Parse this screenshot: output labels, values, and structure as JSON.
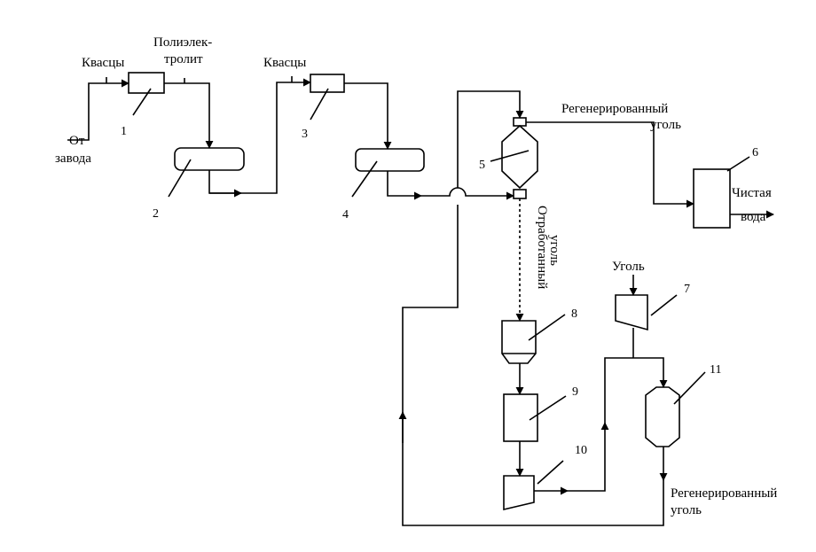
{
  "labels": {
    "kvasc1": "Квасцы",
    "poly1": "Полиэлек-",
    "poly2": "тролит",
    "kvasc2": "Квасцы",
    "ot": "От",
    "zavoda": "завода",
    "regen_top1": "Регенерированный",
    "regen_top2": "уголь",
    "clean1": "Чистая",
    "clean2": "вода",
    "spent1": "Отработанный",
    "spent2": "уголь",
    "coal": "Уголь",
    "regen_bot1": "Регенерированный",
    "regen_bot2": "уголь"
  },
  "numbers": [
    "1",
    "2",
    "3",
    "4",
    "5",
    "6",
    "7",
    "8",
    "9",
    "10",
    "11"
  ]
}
